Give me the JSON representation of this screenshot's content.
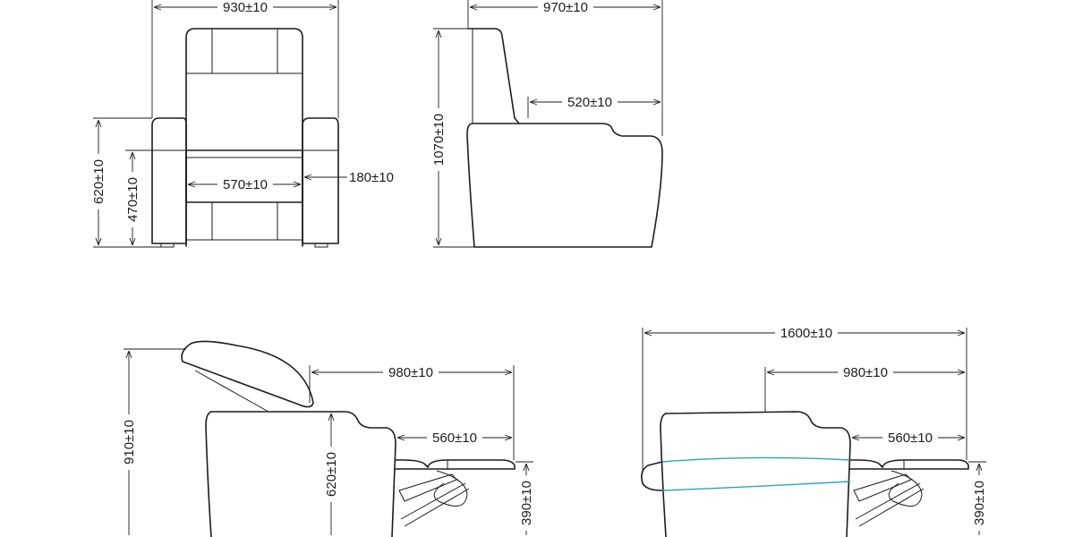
{
  "colors": {
    "line": "#1c1c1c",
    "accent": "#2aa6b8",
    "background": "#ffffff"
  },
  "front_view": {
    "overall_width": "930±10",
    "arm_height": "620±10",
    "seat_height": "470±10",
    "seat_width": "570±10",
    "arm_width": "180±10"
  },
  "side_view": {
    "depth": "970±10",
    "height": "1070±10",
    "seat_depth": "520±10"
  },
  "recline_view": {
    "height": "910±10",
    "depth": "980±10",
    "footrest": "560±10",
    "seat_height": "620±10",
    "footrest_height": "390±10"
  },
  "flat_view": {
    "length": "1600±10",
    "depth": "980±10",
    "footrest": "560±10",
    "footrest_height": "390±10"
  }
}
